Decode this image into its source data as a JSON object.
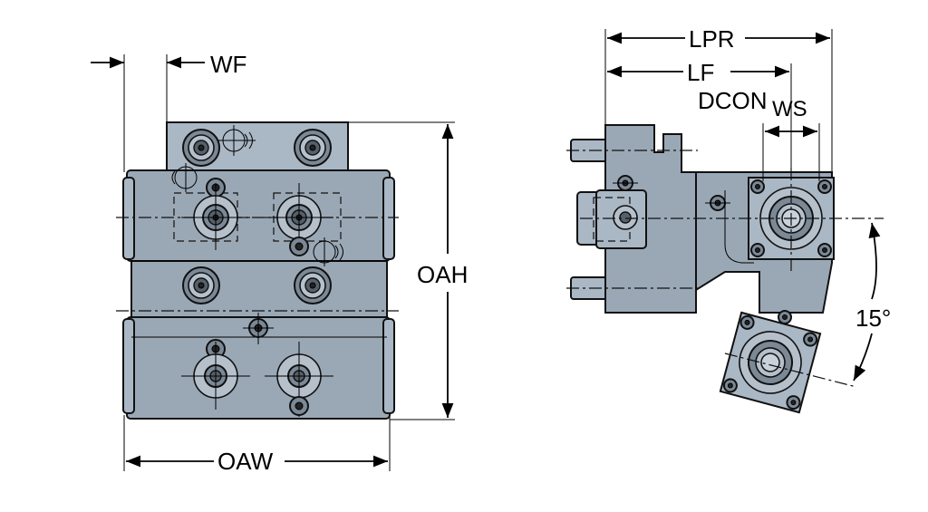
{
  "labels": {
    "wf": "WF",
    "oah": "OAH",
    "oaw": "OAW",
    "lpr": "LPR",
    "lf": "LF",
    "dcon": "DCON",
    "dcon_sub": "WS",
    "angle": "15°"
  },
  "colors": {
    "body": "#9aa8b6",
    "body_light": "#aab7c4",
    "outline": "#111111"
  }
}
